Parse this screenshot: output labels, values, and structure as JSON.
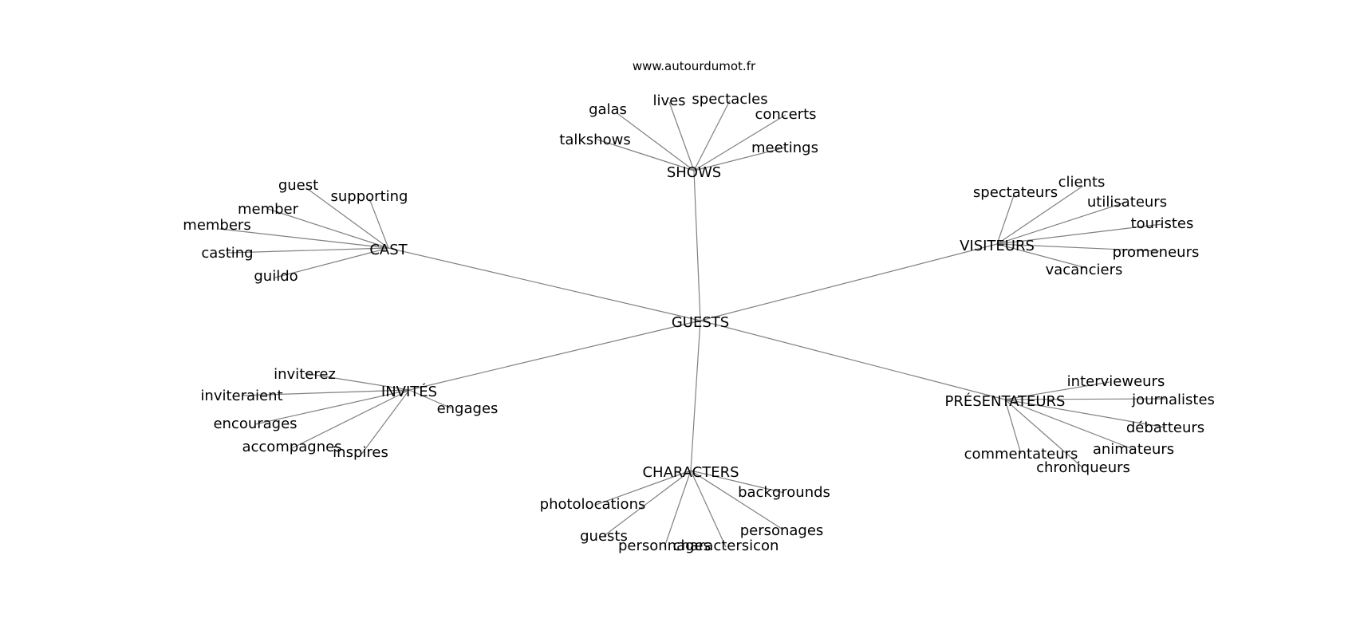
{
  "source": "www.autourdumot.fr",
  "center": "GUESTS",
  "hubs": {
    "shows": "SHOWS",
    "cast": "CAST",
    "visiteurs": "VISITEURS",
    "invites": "INVITÉS",
    "presentateurs": "PRÉSENTATEURS",
    "characters": "CHARACTERS"
  },
  "leaves": {
    "shows": [
      "galas",
      "lives",
      "spectacles",
      "concerts",
      "talkshows",
      "meetings"
    ],
    "cast": [
      "guest",
      "supporting",
      "member",
      "members",
      "casting",
      "guildo"
    ],
    "visiteurs": [
      "clients",
      "spectateurs",
      "utilisateurs",
      "touristes",
      "promeneurs",
      "vacanciers"
    ],
    "invites": [
      "inviterez",
      "inviteraient",
      "engages",
      "encourages",
      "accompagnes",
      "inspires"
    ],
    "presentateurs": [
      "intervieweurs",
      "journalistes",
      "débatteurs",
      "animateurs",
      "commentateurs",
      "chroniqueurs"
    ],
    "characters": [
      "backgrounds",
      "photolocations",
      "personages",
      "guests",
      "personnages",
      "charactersicon"
    ]
  },
  "colors": {
    "edge": "#808080",
    "text": "#000000",
    "background": "#ffffff"
  }
}
